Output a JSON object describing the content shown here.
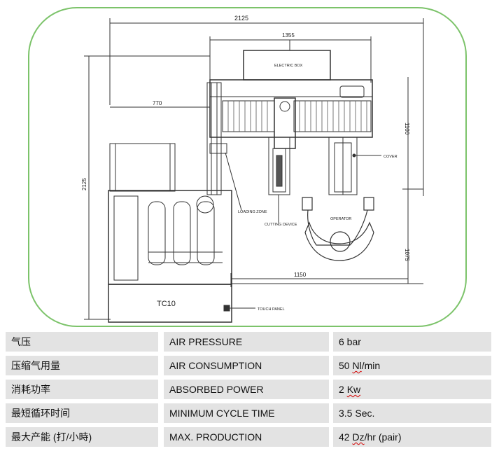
{
  "drawing": {
    "dimensions": {
      "overall_width": "2125",
      "overall_height": "2125",
      "electric_width": "1355",
      "left_offset": "770",
      "right_height": "1100",
      "operator_depth": "1075",
      "operator_width": "1150"
    },
    "labels": {
      "electric_box": "ELECTRIC BOX",
      "cover": "COVER",
      "loading_zone": "LOADING ZONE",
      "cutting_device": "CUTTING DEVICE",
      "operator": "OPERATOR",
      "machine": "TC10",
      "touch_panel": "TOUCH PANEL"
    },
    "frame_color": "#7cc36a"
  },
  "specs": [
    {
      "zh": "气压",
      "en": "AIR PRESSURE",
      "value": "6 bar"
    },
    {
      "zh": "压缩气用量",
      "en": "AIR CONSUMPTION",
      "value_pre": "50 ",
      "value_mark": "Nl",
      "value_post": "/min"
    },
    {
      "zh": "消耗功率",
      "en": "ABSORBED POWER",
      "value_pre": "2 ",
      "value_mark": "Kw",
      "value_post": ""
    },
    {
      "zh": "最短循环时间",
      "en": "MINIMUM CYCLE TIME",
      "value": "3.5 Sec."
    },
    {
      "zh": "最大产能 (打/小時)",
      "en": "MAX. PRODUCTION",
      "value_pre": "42 ",
      "value_mark": "Dz",
      "value_post": "/hr (pair)"
    }
  ]
}
